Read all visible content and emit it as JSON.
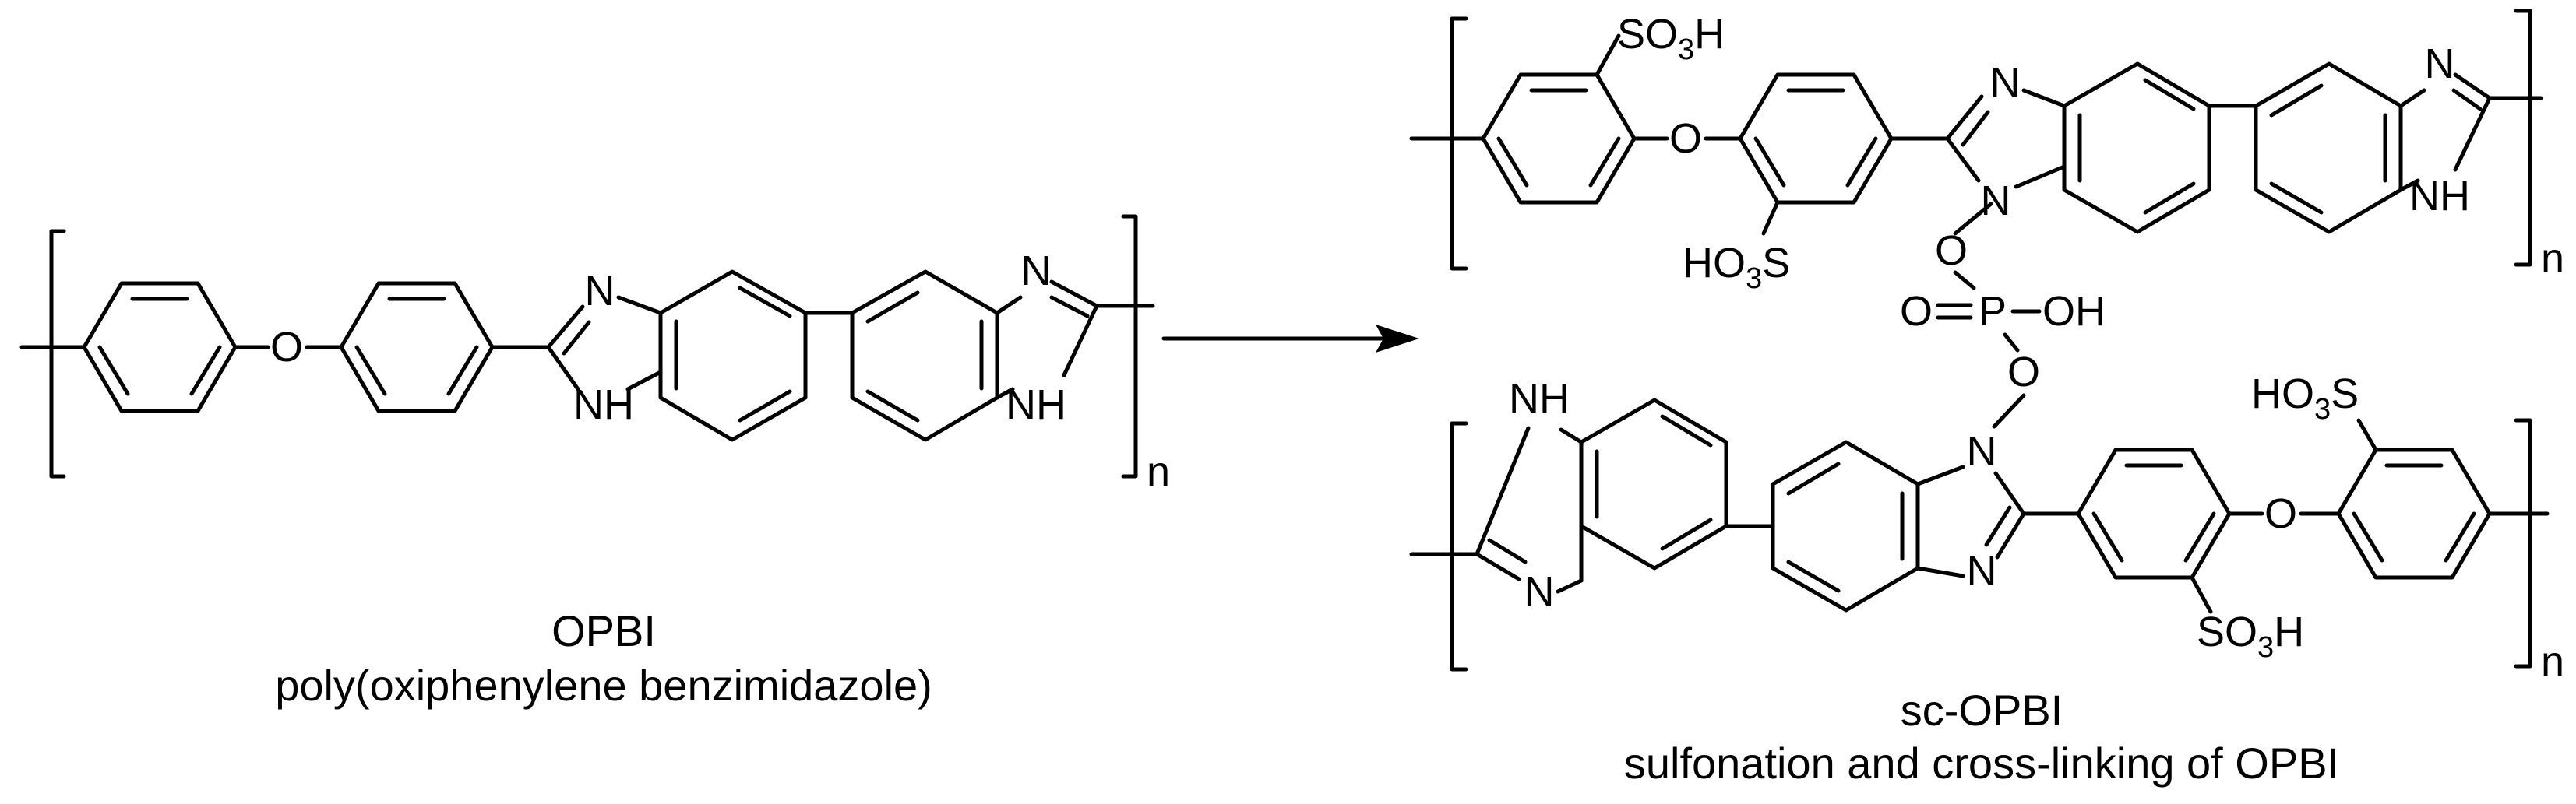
{
  "atoms": {
    "nitrogen": "N",
    "nh": "NH",
    "n_sub": "n",
    "ether_o": "O",
    "phos_o": "O",
    "phos_p": "P",
    "phos_oh": "OH",
    "so3h": "SO3H",
    "ho3s": "HO3S"
  },
  "left": {
    "name": "OPBI",
    "full_name": "poly(oxiphenylene benzimidazole)"
  },
  "right": {
    "name": "sc-OPBI",
    "description": "sulfonation and cross-linking of OPBI"
  }
}
